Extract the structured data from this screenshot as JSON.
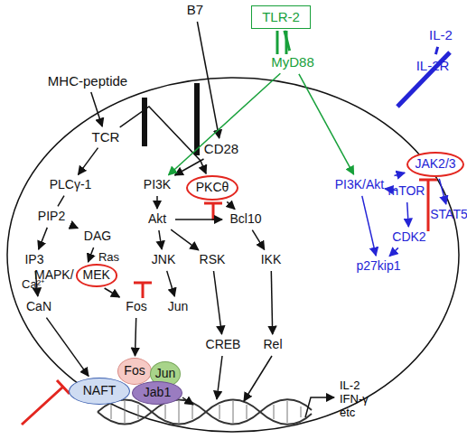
{
  "diagram": {
    "nodes": [
      {
        "text": [
          "MHC-peptide"
        ]
      },
      {
        "text": [
          "B7"
        ]
      },
      {
        "text": [
          "TLR-2"
        ]
      },
      {
        "text": [
          "TCR"
        ]
      },
      {
        "text": [
          "CD28"
        ]
      },
      {
        "text": [
          "MyD88"
        ]
      },
      {
        "text": [
          "IL-2"
        ]
      },
      {
        "text": [
          "IL-2R"
        ]
      },
      {
        "text": [
          "PLCγ-1"
        ]
      },
      {
        "text": [
          "PI3K"
        ]
      },
      {
        "text": [
          "PKCθ"
        ]
      },
      {
        "text": [
          "Akt"
        ]
      },
      {
        "text": [
          "Bcl10"
        ]
      },
      {
        "text": [
          "PIP2"
        ]
      },
      {
        "text": [
          "DAG"
        ]
      },
      {
        "text": [
          "IP3"
        ]
      },
      {
        "text": [
          "PI3K/Akt"
        ]
      },
      {
        "text": [
          "JAK2/3"
        ]
      },
      {
        "text": [
          "mTOR"
        ]
      },
      {
        "text": [
          "STAT5"
        ]
      },
      {
        "text": [
          "CDK2"
        ]
      },
      {
        "text": [
          "p27kip1"
        ]
      },
      {
        "text": [
          "MAPK/",
          "MEK"
        ]
      },
      {
        "text": [
          "JNK"
        ]
      },
      {
        "text": [
          "RSK"
        ]
      },
      {
        "text": [
          "IKK"
        ]
      },
      {
        "text": [
          "CaN"
        ]
      },
      {
        "text": [
          "Fos"
        ]
      },
      {
        "text": [
          "Jun"
        ]
      },
      {
        "text": [
          "CREB"
        ]
      },
      {
        "text": [
          "Rel"
        ]
      },
      {
        "text": [
          "Fos"
        ]
      },
      {
        "text": [
          "Jun"
        ]
      },
      {
        "text": [
          "NAFT"
        ]
      },
      {
        "text": [
          "Jab1"
        ]
      }
    ],
    "edges": [
      {
        "from": 0,
        "to": 3,
        "arrow": "to"
      },
      {
        "from": 1,
        "to": 4,
        "arrow": "to"
      },
      {
        "from": 2,
        "to": 5,
        "arrow": "none"
      },
      {
        "from": 3,
        "to": 8,
        "arrow": "to"
      },
      {
        "from": 4,
        "to": 9,
        "arrow": "to"
      },
      {
        "from": 3,
        "to": 10,
        "arrow": "to"
      },
      {
        "from": 5,
        "to": 9,
        "arrow": "to"
      },
      {
        "from": 5,
        "to": 16,
        "arrow": "to"
      },
      {
        "from": 6,
        "to": 7,
        "arrow": "none"
      },
      {
        "from": 8,
        "to": 13,
        "arrow": "none"
      },
      {
        "from": 13,
        "to": 14,
        "arrow": "to"
      },
      {
        "from": 13,
        "to": 15,
        "arrow": "to"
      },
      {
        "from": 9,
        "to": 11,
        "arrow": "to"
      },
      {
        "from": 10,
        "to": 12,
        "arrow": "to"
      },
      {
        "from": 11,
        "to": 12,
        "arrow": "to"
      },
      {
        "from": 14,
        "to": 22,
        "label": "Ras",
        "arrow": "to"
      },
      {
        "from": 15,
        "to": 26,
        "label": "Ca²⁺",
        "arrow": "to"
      },
      {
        "from": 11,
        "to": 23,
        "arrow": "to"
      },
      {
        "from": 11,
        "to": 24,
        "arrow": "to"
      },
      {
        "from": 12,
        "to": 25,
        "arrow": "to"
      },
      {
        "from": 22,
        "to": 27,
        "arrow": "to"
      },
      {
        "from": 23,
        "to": 28,
        "arrow": "to"
      },
      {
        "from": 24,
        "to": 29,
        "arrow": "to"
      },
      {
        "from": 25,
        "to": 30,
        "arrow": "to"
      },
      {
        "from": 26,
        "to": 33,
        "arrow": "to"
      },
      {
        "from": 27,
        "to": 31,
        "arrow": "to"
      },
      {
        "from": 16,
        "to": 18,
        "arrow": "to"
      },
      {
        "from": 16,
        "to": 17,
        "arrow": "to"
      },
      {
        "from": 16,
        "to": 21,
        "arrow": "to"
      },
      {
        "from": 17,
        "to": 19,
        "arrow": "to"
      },
      {
        "from": 18,
        "to": 20,
        "arrow": "to"
      },
      {
        "from": 20,
        "to": 21,
        "arrow": "to"
      }
    ],
    "labels": [
      "IL-2 IFN-γ etc"
    ]
  }
}
